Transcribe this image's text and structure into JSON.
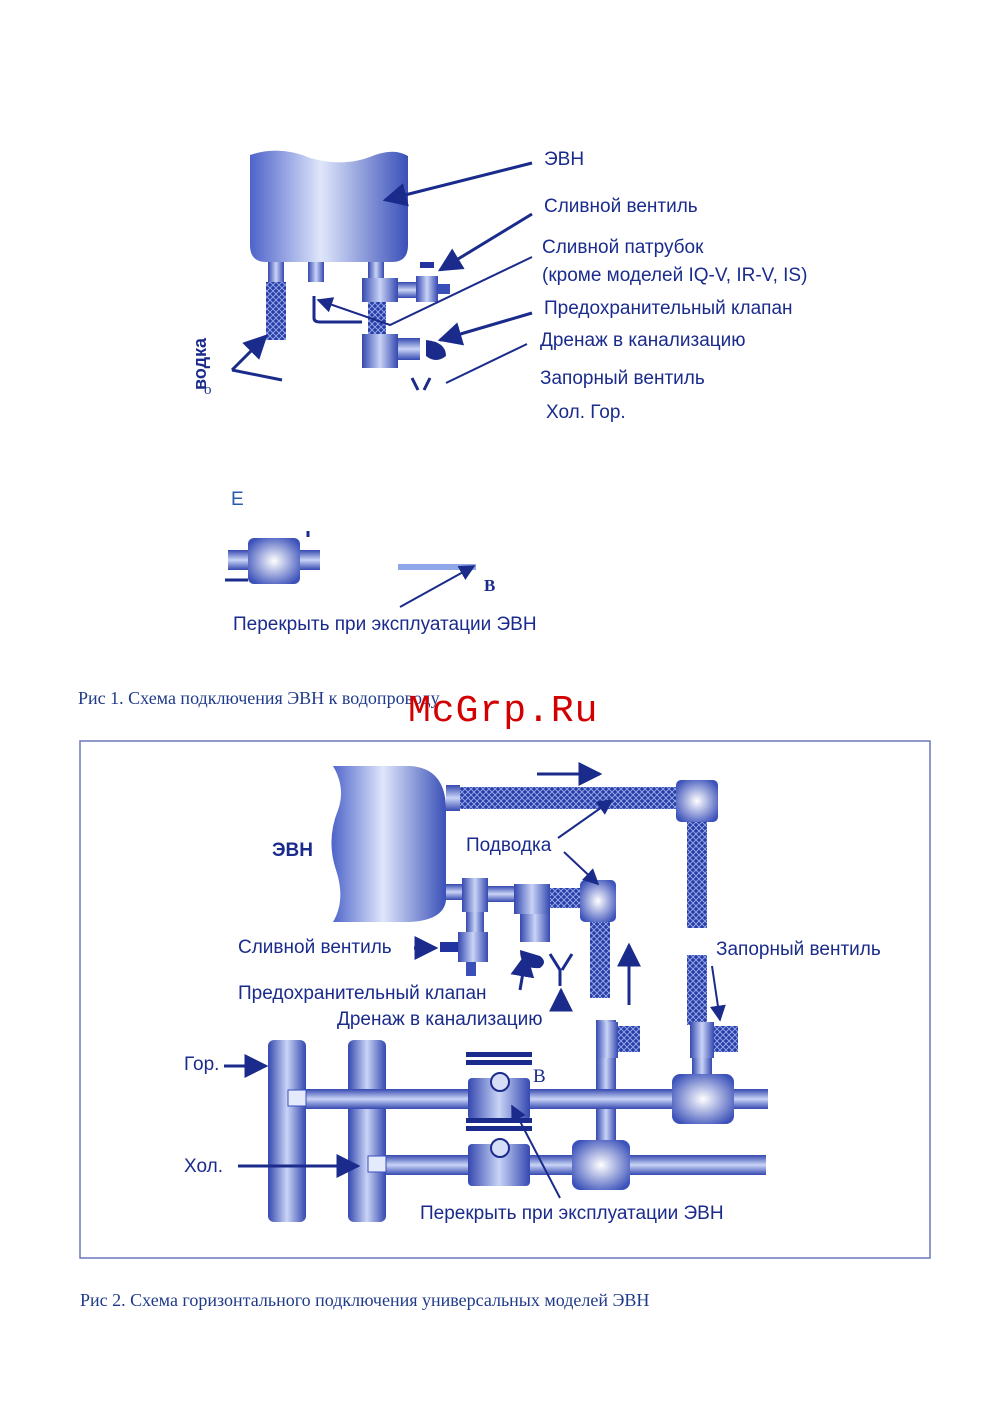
{
  "fig1": {
    "labels": {
      "evn": "ЭВН",
      "drain_valve": "Сливной вентиль",
      "drain_pipe_line1": "Сливной патрубок",
      "drain_pipe_line2": "(кроме моделей IQ-V, IR-V, IS)",
      "safety_valve": "Предохранительный клапан",
      "drainage": "Дренаж в канализацию",
      "shutoff_valve": "Запорный вентиль",
      "cold_hot": "Хол. Гор.",
      "supply_partial": "водка",
      "small_o": "о",
      "letter_e": "Е",
      "letter_b": "В",
      "close_in_operation": "Перекрыть при эксплуатации ЭВН"
    },
    "caption": "Рис 1. Схема подключения ЭВН к водопроводу"
  },
  "watermark": "McGrp.Ru",
  "fig2": {
    "labels": {
      "evn": "ЭВН",
      "supply": "Подводка",
      "drain_valve": "Сливной вентиль",
      "safety_valve": "Предохранительный клапан",
      "drainage": "Дренаж в канализацию",
      "shutoff_valve": "Запорный вентиль",
      "hot": "Гор.",
      "cold": "Хол.",
      "letter_b": "В",
      "close_in_operation": "Перекрыть при эксплуатации ЭВН"
    },
    "caption": "Рис 2. Схема горизонтального подключения универсальных моделей ЭВН"
  },
  "colors": {
    "pipe_dark": "#2233a0",
    "pipe_light": "#8fa6e8",
    "text": "#1a2b8c",
    "watermark": "#d20000",
    "frame": "#6a78b8"
  }
}
